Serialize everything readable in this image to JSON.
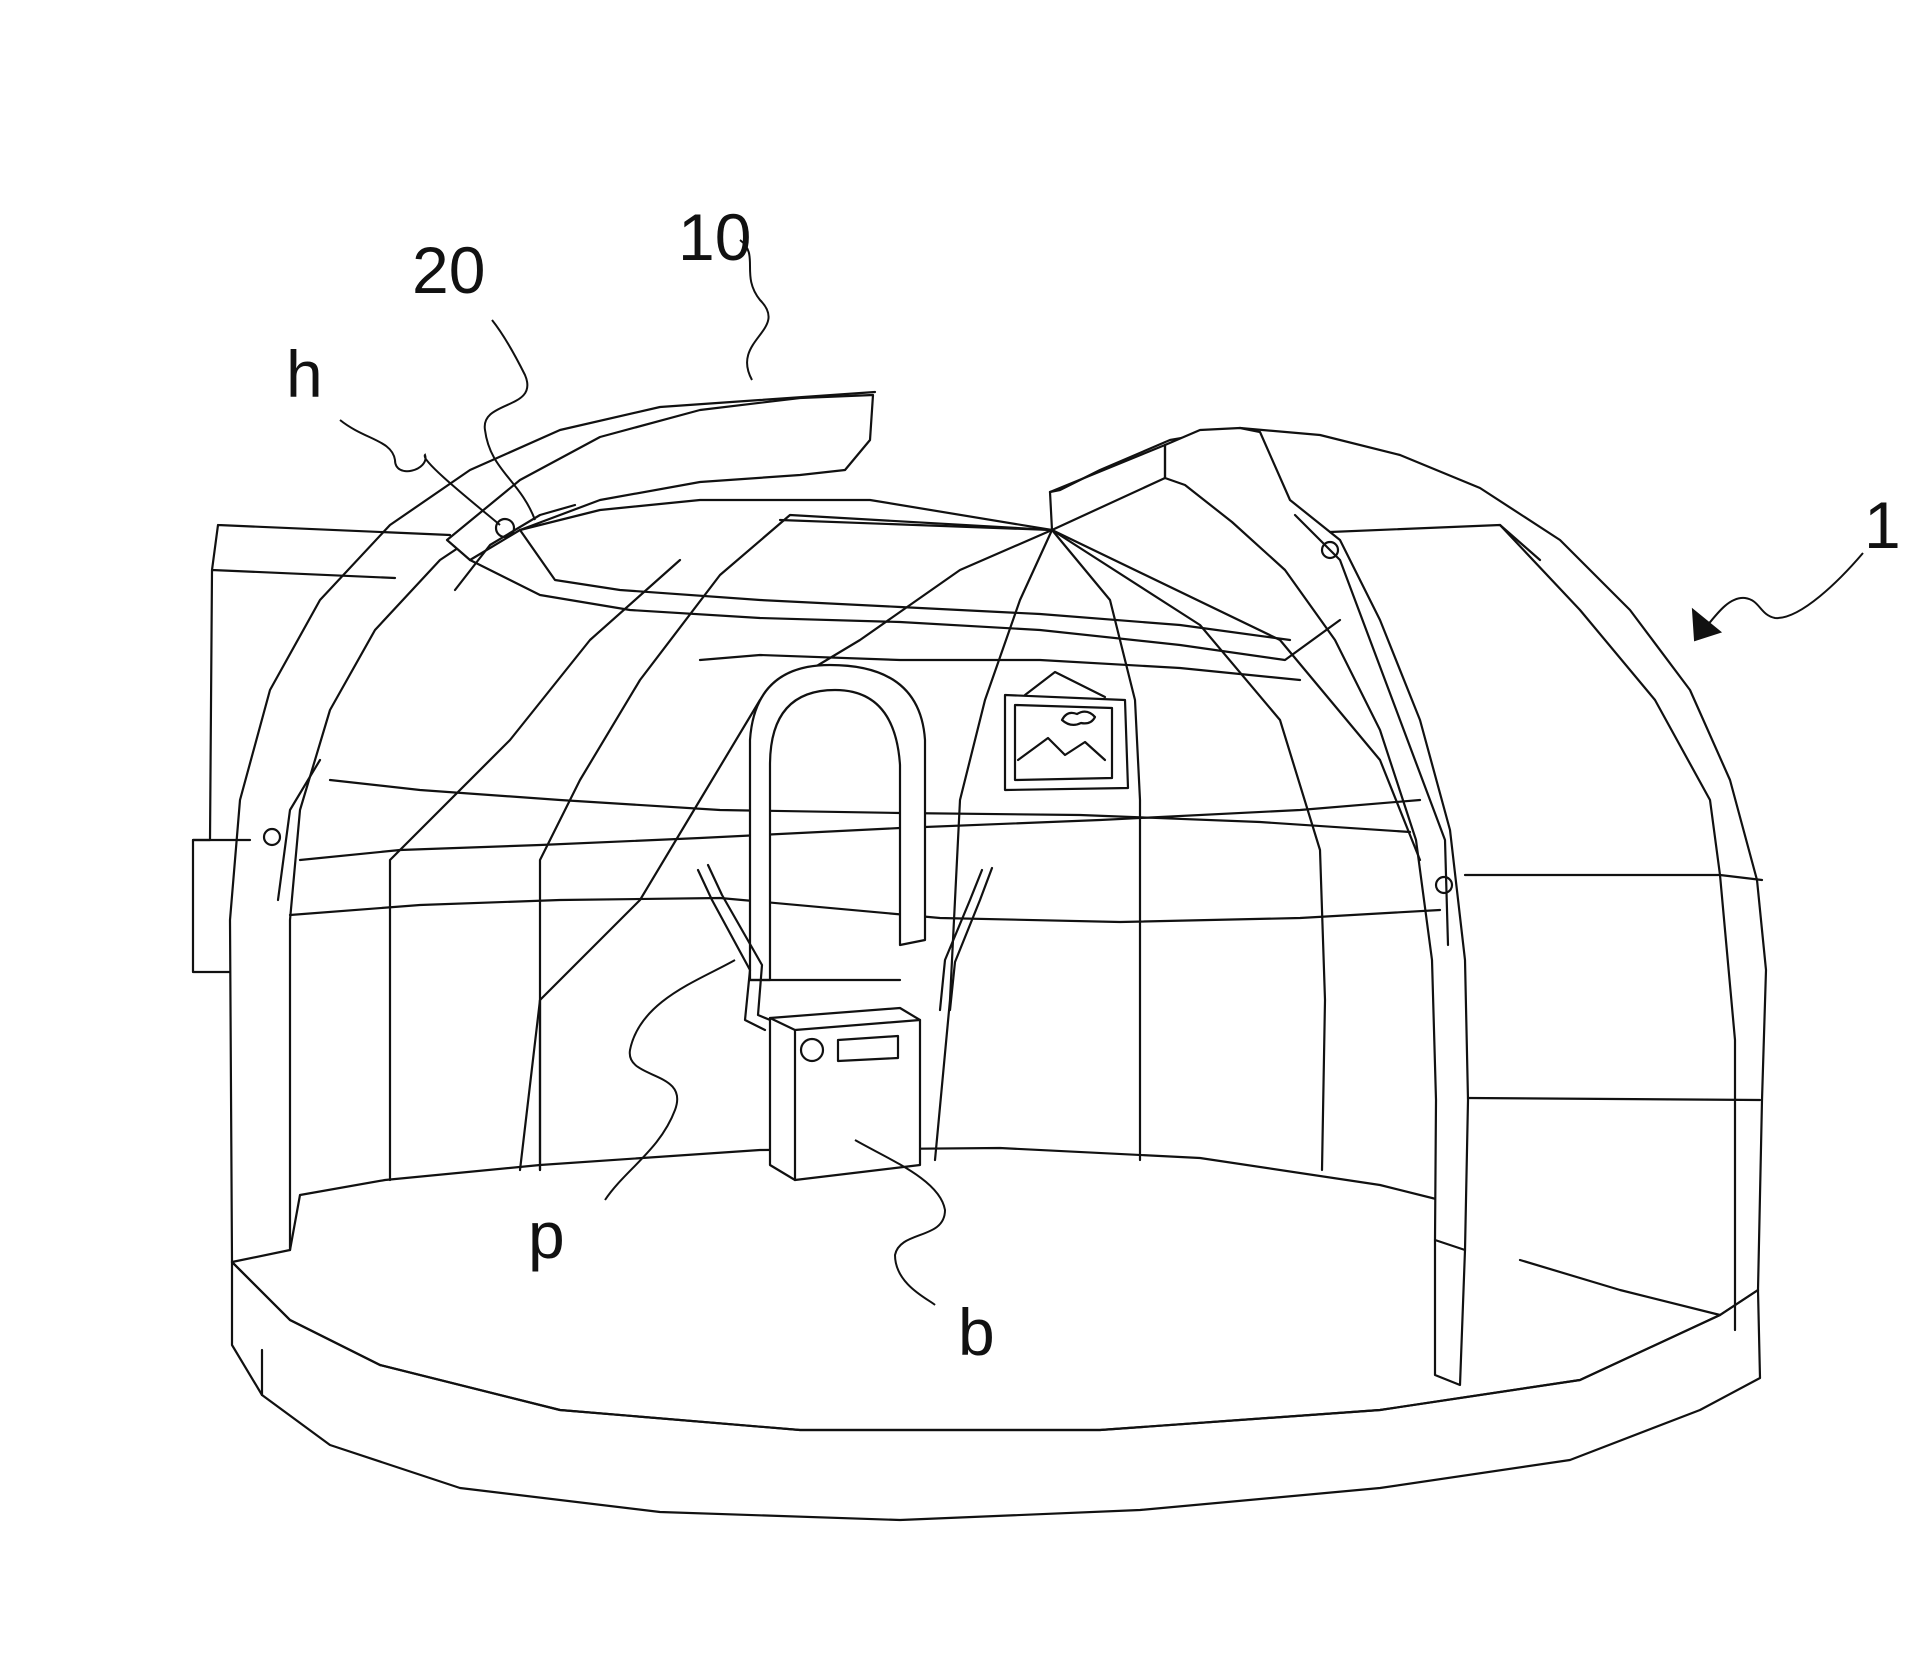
{
  "figure": {
    "labels": {
      "dome": "1",
      "arch_frame": "10",
      "inner_frame": "20",
      "hinge": "h",
      "pipe": "p",
      "box": "b"
    },
    "colors": {
      "line": "#111111",
      "background": "#ffffff"
    }
  }
}
